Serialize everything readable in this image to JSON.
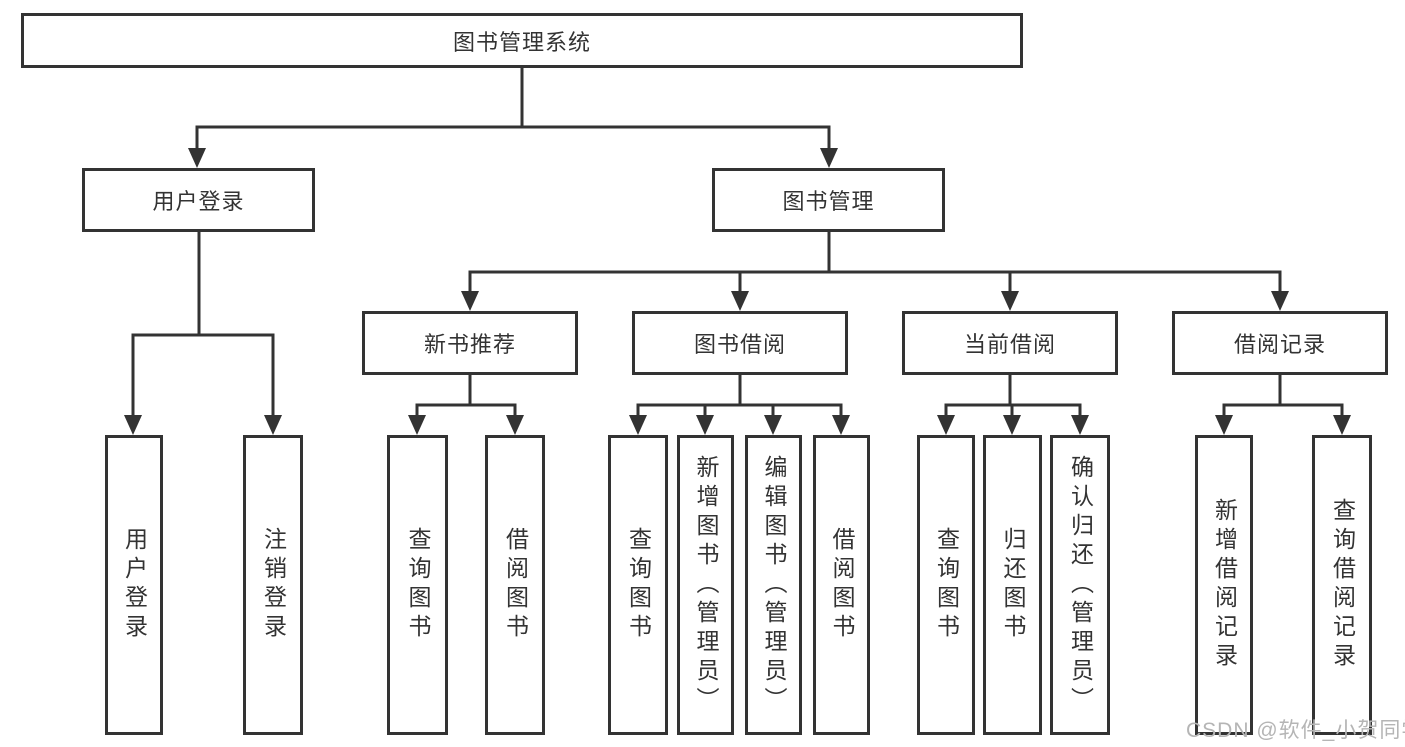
{
  "diagram": {
    "root": "图书管理系统",
    "level1": {
      "user_login": "用户登录",
      "book_mgmt": "图书管理"
    },
    "level2": {
      "new_books": "新书推荐",
      "book_borrow": "图书借阅",
      "current_borrow": "当前借阅",
      "borrow_records": "借阅记录"
    },
    "user_login_leaves": [
      "用户登录",
      "注销登录"
    ],
    "new_books_leaves": [
      "查询图书",
      "借阅图书"
    ],
    "book_borrow_leaves": [
      "查询图书",
      "新增图书（管理员）",
      "编辑图书（管理员）",
      "借阅图书"
    ],
    "current_borrow_leaves": [
      "查询图书",
      "归还图书",
      "确认归还（管理员）"
    ],
    "borrow_records_leaves": [
      "新增借阅记录",
      "查询借阅记录"
    ]
  },
  "watermark": "CSDN @软件_小贺同学",
  "colors": {
    "line": "#333333",
    "text": "#333333",
    "watermark": "#b5b5b5",
    "background": "#ffffff"
  }
}
